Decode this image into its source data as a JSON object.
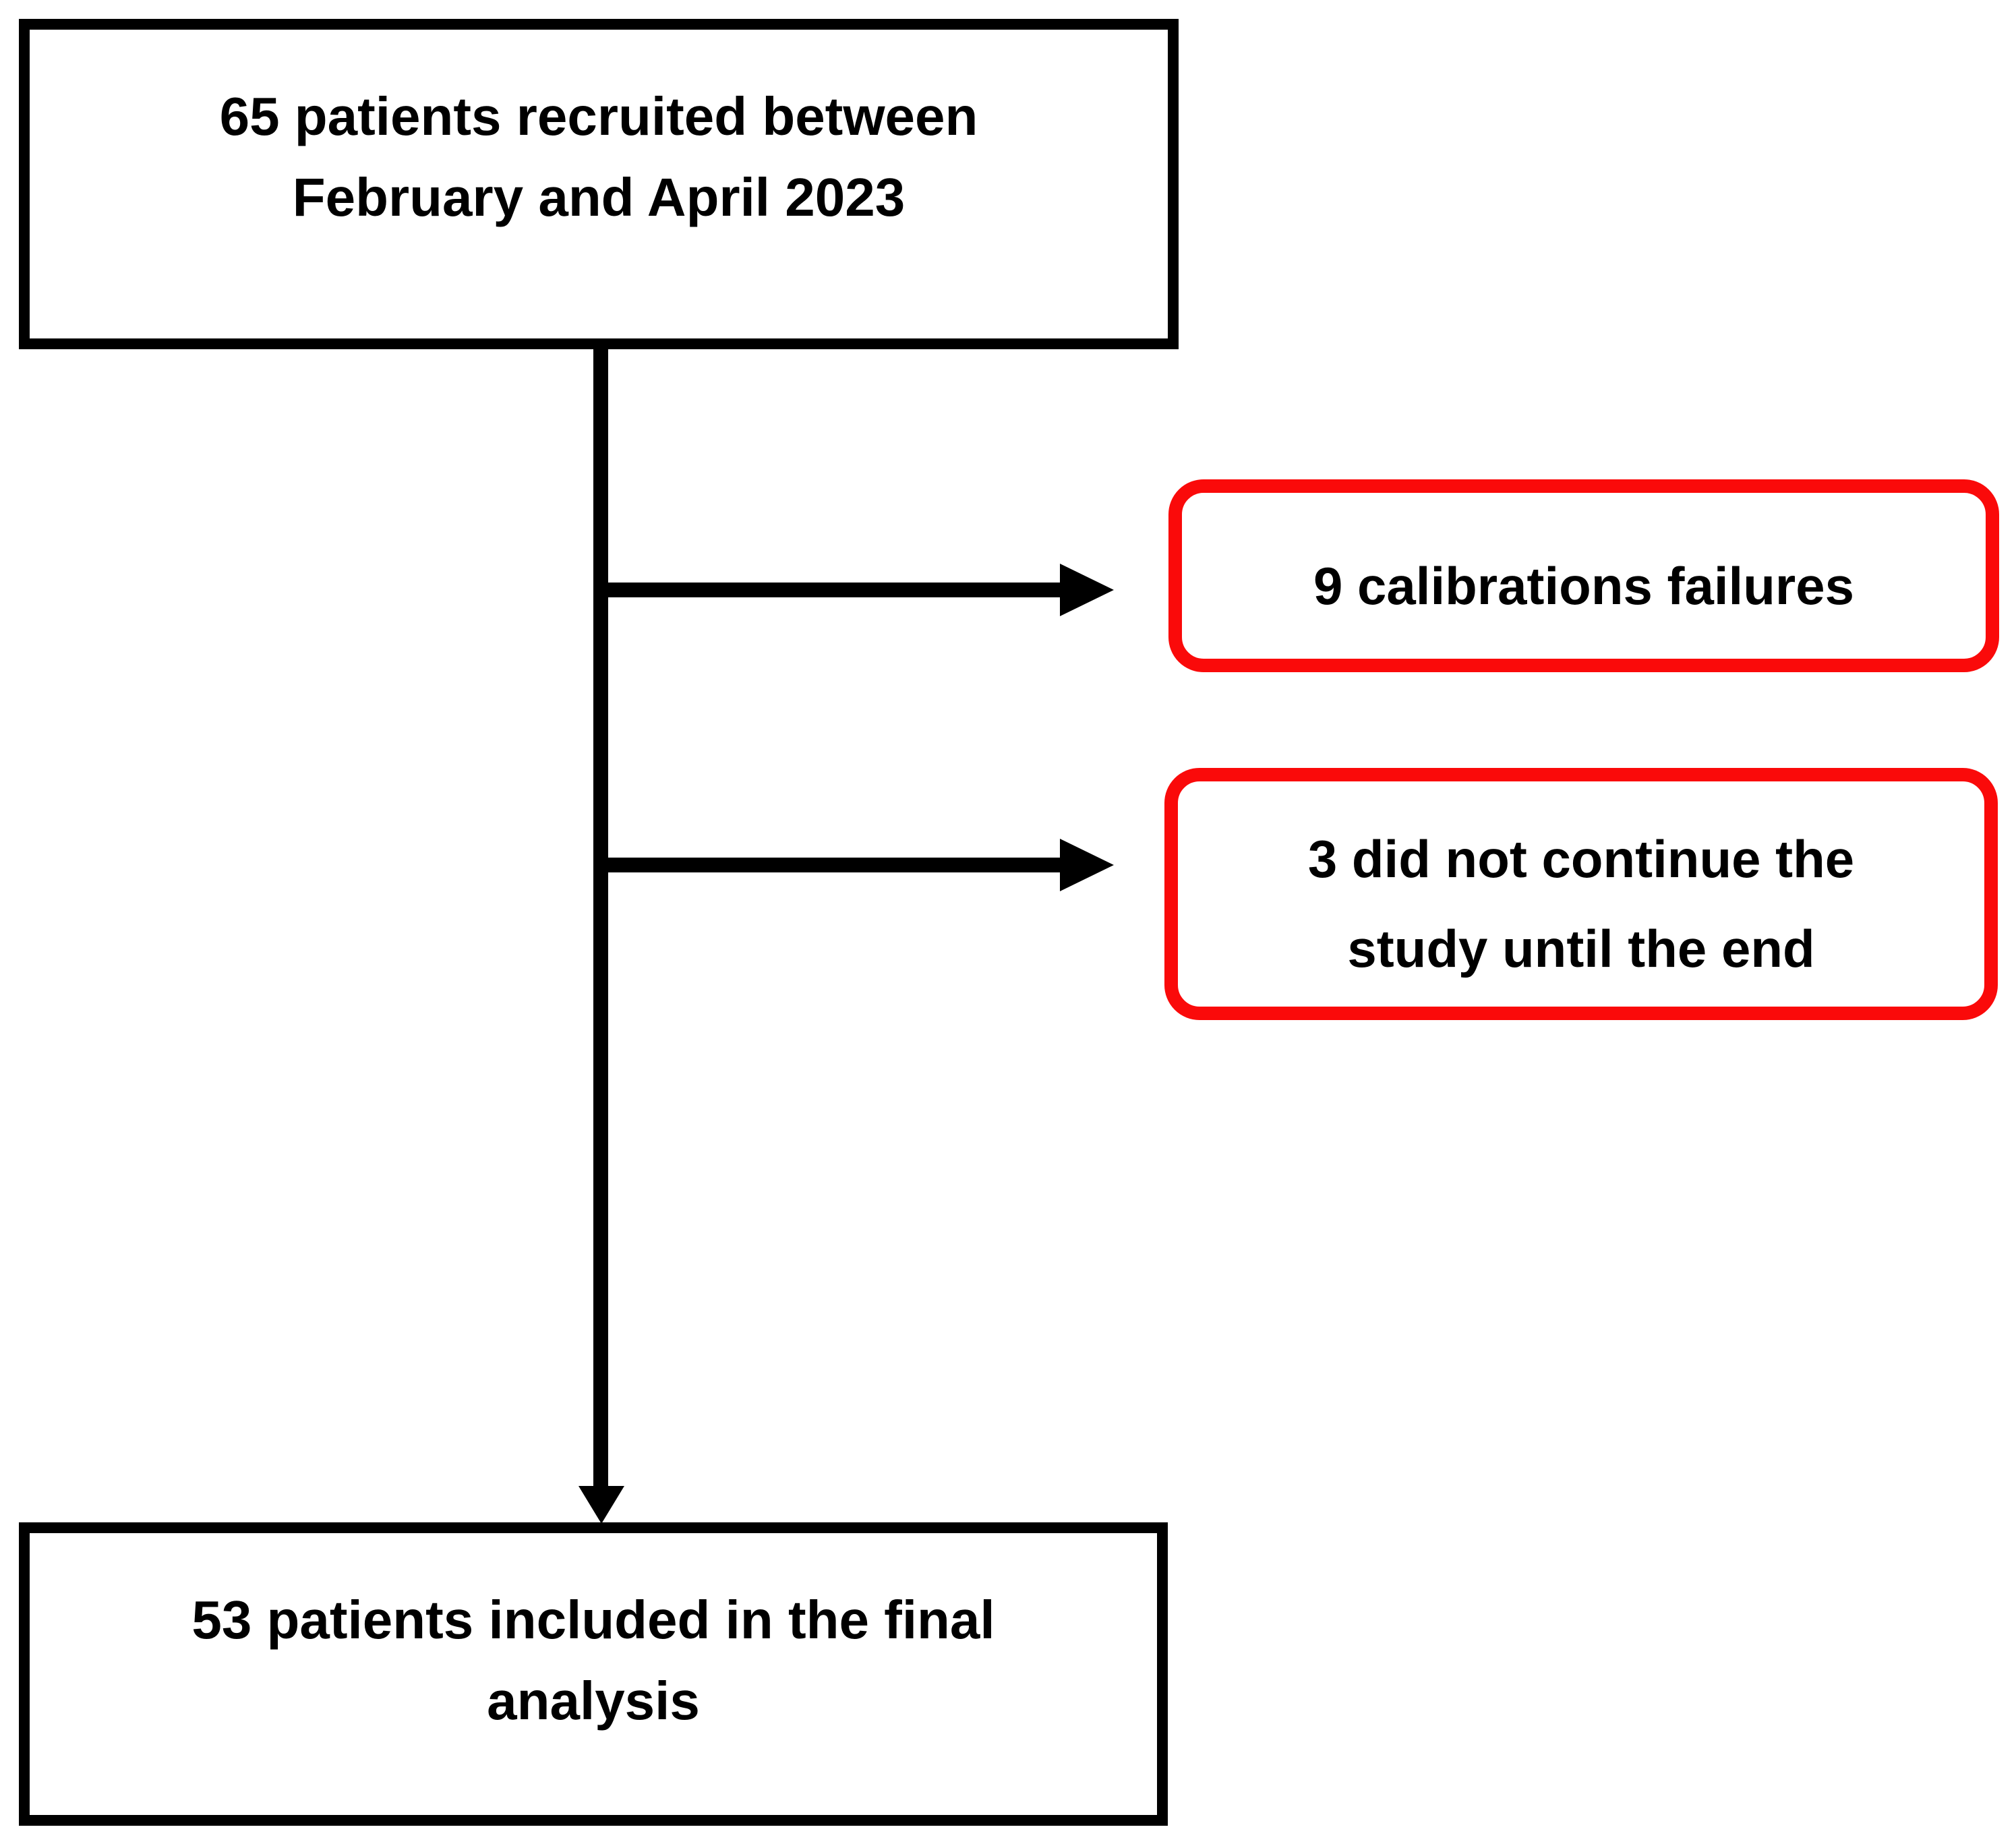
{
  "colors": {
    "background": "#ffffff",
    "flow_box_border": "#000000",
    "exclusion_box_border": "#fa0a0a",
    "arrow": "#000000",
    "text": "#000000"
  },
  "flow": {
    "recruited_box": {
      "lines": [
        "65 patients recruited between",
        "February and April 2023"
      ]
    },
    "exclusion_boxes": [
      {
        "lines": [
          "9 calibrations failures"
        ]
      },
      {
        "lines": [
          "3 did not continue the",
          "study until the end"
        ]
      }
    ],
    "final_box": {
      "lines": [
        "53 patients included in the final",
        "analysis"
      ]
    }
  }
}
